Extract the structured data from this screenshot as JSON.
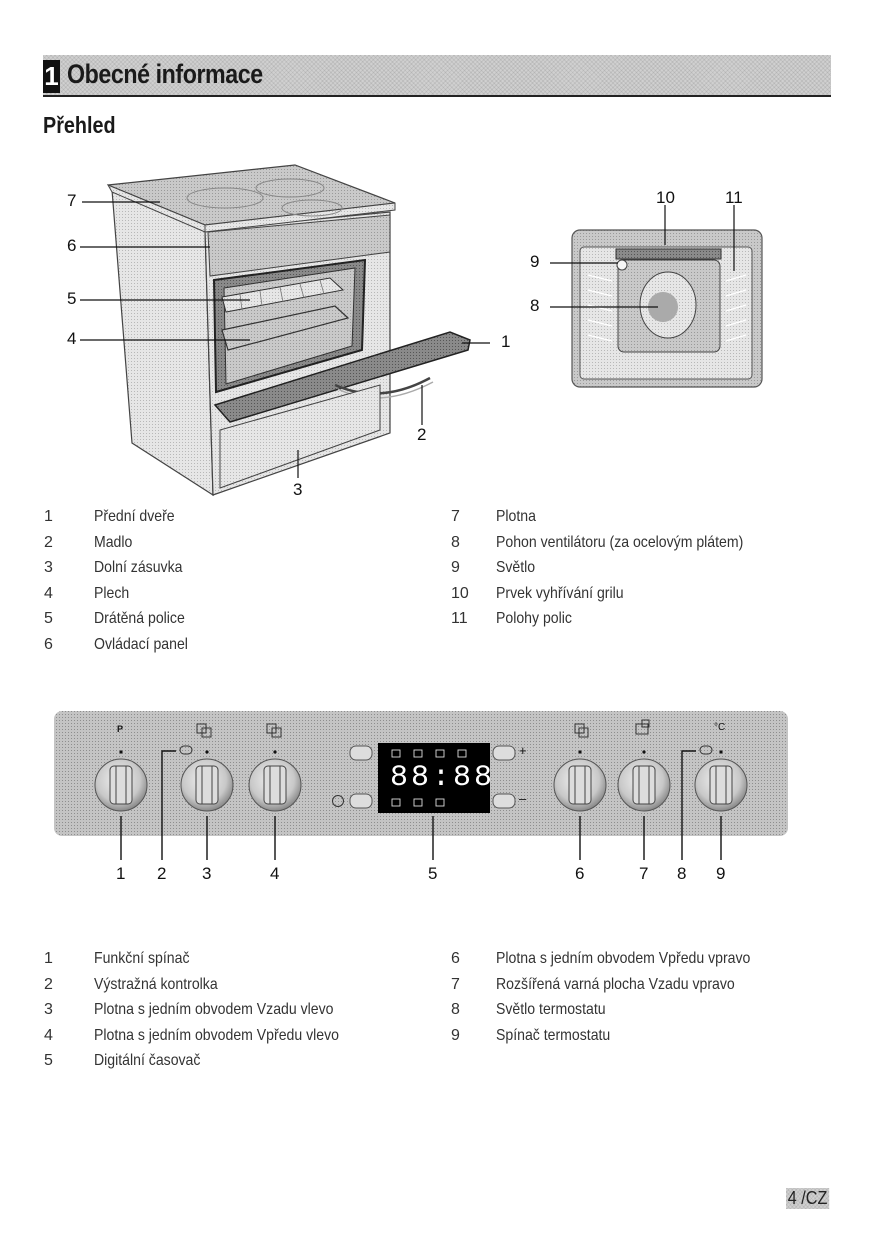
{
  "section": {
    "number": "1",
    "title": "Obecné informace"
  },
  "subheading": "Přehled",
  "figure_oven": {
    "callouts": [
      "1",
      "2",
      "3",
      "4",
      "5",
      "6",
      "7"
    ]
  },
  "figure_cavity": {
    "callouts": [
      "8",
      "9",
      "10",
      "11"
    ]
  },
  "legend_overview": {
    "left": [
      {
        "num": "1",
        "text": "Přední dveře"
      },
      {
        "num": "2",
        "text": "Madlo"
      },
      {
        "num": "3",
        "text": "Dolní zásuvka"
      },
      {
        "num": "4",
        "text": "Plech"
      },
      {
        "num": "5",
        "text": "Drátěná police"
      },
      {
        "num": "6",
        "text": "Ovládací panel"
      }
    ],
    "right": [
      {
        "num": "7",
        "text": "Plotna"
      },
      {
        "num": "8",
        "text": "Pohon ventilátoru (za ocelovým plátem)"
      },
      {
        "num": "9",
        "text": "Světlo"
      },
      {
        "num": "10",
        "text": "Prvek vyhřívání grilu"
      },
      {
        "num": "11",
        "text": "Polohy polic"
      }
    ]
  },
  "figure_panel": {
    "callouts": [
      "1",
      "2",
      "3",
      "4",
      "5",
      "6",
      "7",
      "8",
      "9"
    ],
    "knob_symbols": {
      "function": "P",
      "thermostat": "°C"
    },
    "timer_display": "88:88",
    "timer_buttons": {
      "plus": "+",
      "minus": "–"
    }
  },
  "legend_panel": {
    "left": [
      {
        "num": "1",
        "text": "Funkční spínač"
      },
      {
        "num": "2",
        "text": "Výstražná kontrolka"
      },
      {
        "num": "3",
        "text": "Plotna s jedním obvodem Vzadu vlevo"
      },
      {
        "num": "4",
        "text": "Plotna s jedním obvodem Vpředu vlevo"
      },
      {
        "num": "5",
        "text": "Digitální časovač"
      }
    ],
    "right": [
      {
        "num": "6",
        "text": "Plotna s jedním obvodem Vpředu vpravo"
      },
      {
        "num": "7",
        "text": "Rozšířená varná plocha Vzadu vpravo"
      },
      {
        "num": "8",
        "text": "Světlo termostatu"
      },
      {
        "num": "9",
        "text": "Spínač termostatu"
      }
    ]
  },
  "page_number": "4 /CZ"
}
